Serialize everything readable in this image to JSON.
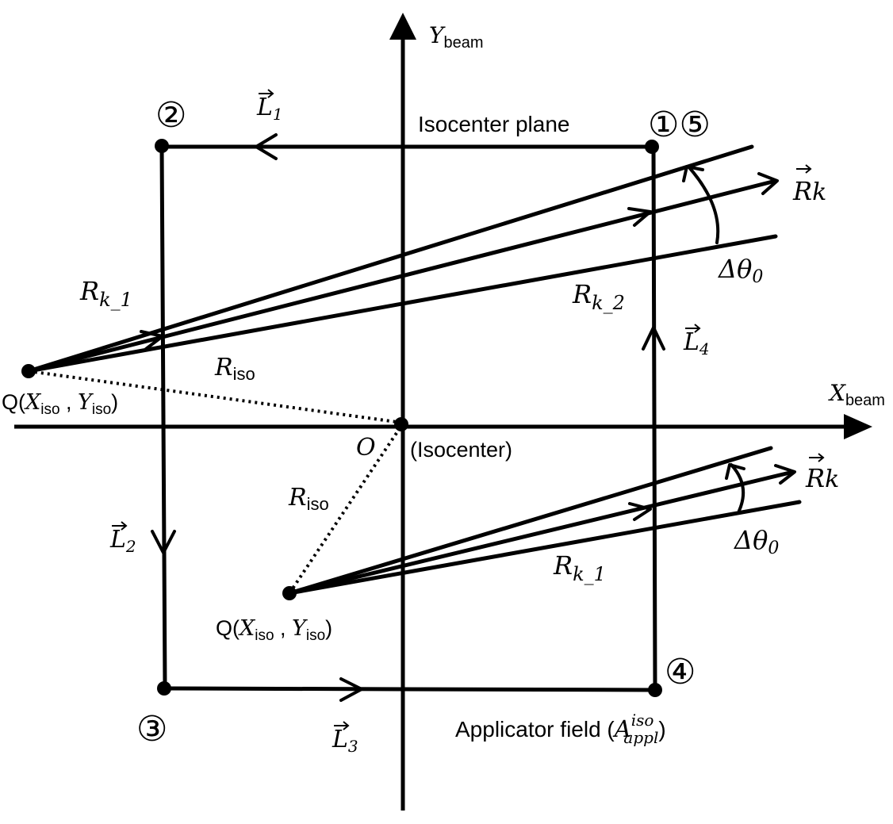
{
  "axes": {
    "x_label_main": "X",
    "x_label_sub": "beam",
    "y_label_main": "Y",
    "y_label_sub": "beam",
    "origin_label": "O",
    "origin_caption": "(Isocenter)"
  },
  "planes": {
    "isocenter_plane": "Isocenter plane",
    "applicator_field_prefix": "Applicator field (",
    "applicator_field_main": "A",
    "applicator_field_sup": "iso",
    "applicator_field_sub": "appl",
    "applicator_field_suffix": ")"
  },
  "corners": {
    "c1": "①⑤",
    "c2": "②",
    "c3": "③",
    "c4": "④"
  },
  "vectors": {
    "L1": {
      "main": "L",
      "sub": "1"
    },
    "L2": {
      "main": "L",
      "sub": "2"
    },
    "L3": {
      "main": "L",
      "sub": "3"
    },
    "L4": {
      "main": "L",
      "sub": "4"
    },
    "Rk_upper": {
      "main": "R",
      "sub": "k"
    },
    "Rk_lower": {
      "main": "R",
      "sub": "k"
    }
  },
  "rays": {
    "upper_Rk1": {
      "main": "R",
      "sub": "k_1"
    },
    "upper_Rk2": {
      "main": "R",
      "sub": "k_2"
    },
    "upper_Riso": {
      "main": "R",
      "sub": "iso"
    },
    "lower_Riso": {
      "main": "R",
      "sub": "iso"
    },
    "lower_Rk1": {
      "main": "R",
      "sub": "k_1"
    },
    "upper_dtheta": {
      "main": "Δθ",
      "sub": "0"
    },
    "lower_dtheta": {
      "main": "Δθ",
      "sub": "0"
    }
  },
  "points": {
    "q_upper": {
      "prefix": "Q(",
      "x_main": "X",
      "x_sub": "iso",
      "sep": " , ",
      "y_main": "Y",
      "y_sub": "iso",
      "suffix": ")"
    },
    "q_lower": {
      "prefix": "Q(",
      "x_main": "X",
      "x_sub": "iso",
      "sep": " , ",
      "y_main": "Y",
      "y_sub": "iso",
      "suffix": ")"
    }
  }
}
